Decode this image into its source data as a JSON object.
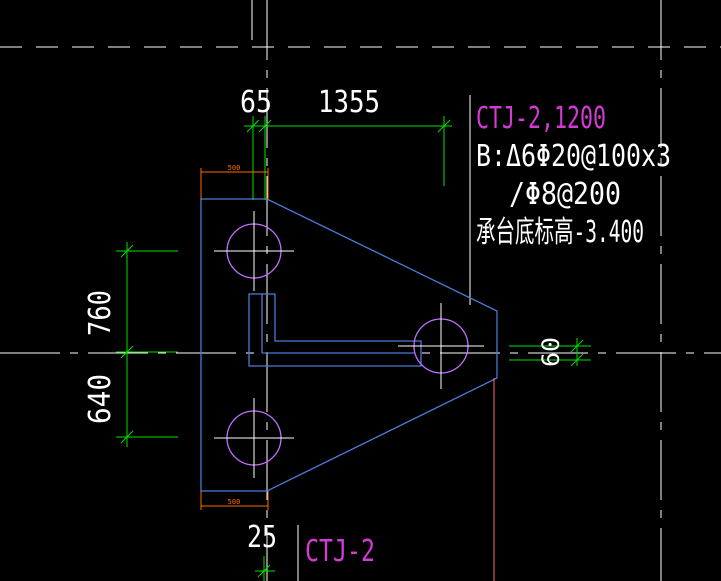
{
  "colors": {
    "background": "#000000",
    "axis": "#ffffff",
    "outline": "#4a7bd6",
    "dimension": "#00e000",
    "pile": "#c070ff",
    "label_magenta": "#d43ad4",
    "label_white": "#ffffff",
    "small_dim": "#ff6a00",
    "leader": "#ff6a6a"
  },
  "dimensions": {
    "top_left": "65",
    "top_right": "1355",
    "left_upper": "760",
    "left_lower": "640",
    "right_side": "60",
    "bottom": "25",
    "small_top": "500",
    "small_bottom": "500"
  },
  "annotation": {
    "name": "CTJ-2,1200",
    "line1": "B:Δ6Φ20@100x3",
    "line2": "/Φ8@200",
    "line3": "承台底标高-3.400"
  },
  "bottom_label": "CTJ-2"
}
